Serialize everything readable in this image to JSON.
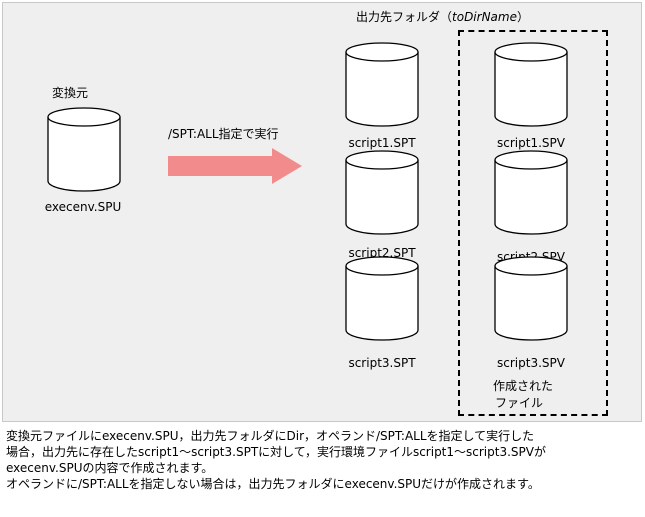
{
  "source": {
    "heading": "変換元",
    "file": "execenv.SPU"
  },
  "arrow": {
    "label": "/SPT:ALL指定で実行",
    "color": "#f28c8c"
  },
  "output": {
    "heading_prefix": "出力先フォルダ（",
    "heading_var": "toDirName",
    "heading_suffix": "）",
    "spt_files": [
      "script1.SPT",
      "script2.SPT",
      "script3.SPT"
    ],
    "spv_files": [
      "script1.SPV",
      "script2.SPV",
      "script3.SPV"
    ],
    "created_label_line1": "作成された",
    "created_label_line2": "ファイル"
  },
  "caption": {
    "line1": "変換元ファイルにexecenv.SPU，出力先フォルダにDir，オペランド/SPT:ALLを指定して実行した",
    "line2": "場合，出力先に存在したscript1～script3.SPTに対して，実行環境ファイルscript1～script3.SPVが",
    "line3": "execenv.SPUの内容で作成されます。",
    "line4": "オペランドに/SPT:ALLを指定しない場合は，出力先フォルダにexecenv.SPUだけが作成されます。"
  },
  "colors": {
    "panel_bg": "#efefef",
    "cylinder_fill": "#ffffff",
    "cylinder_stroke": "#000000"
  }
}
